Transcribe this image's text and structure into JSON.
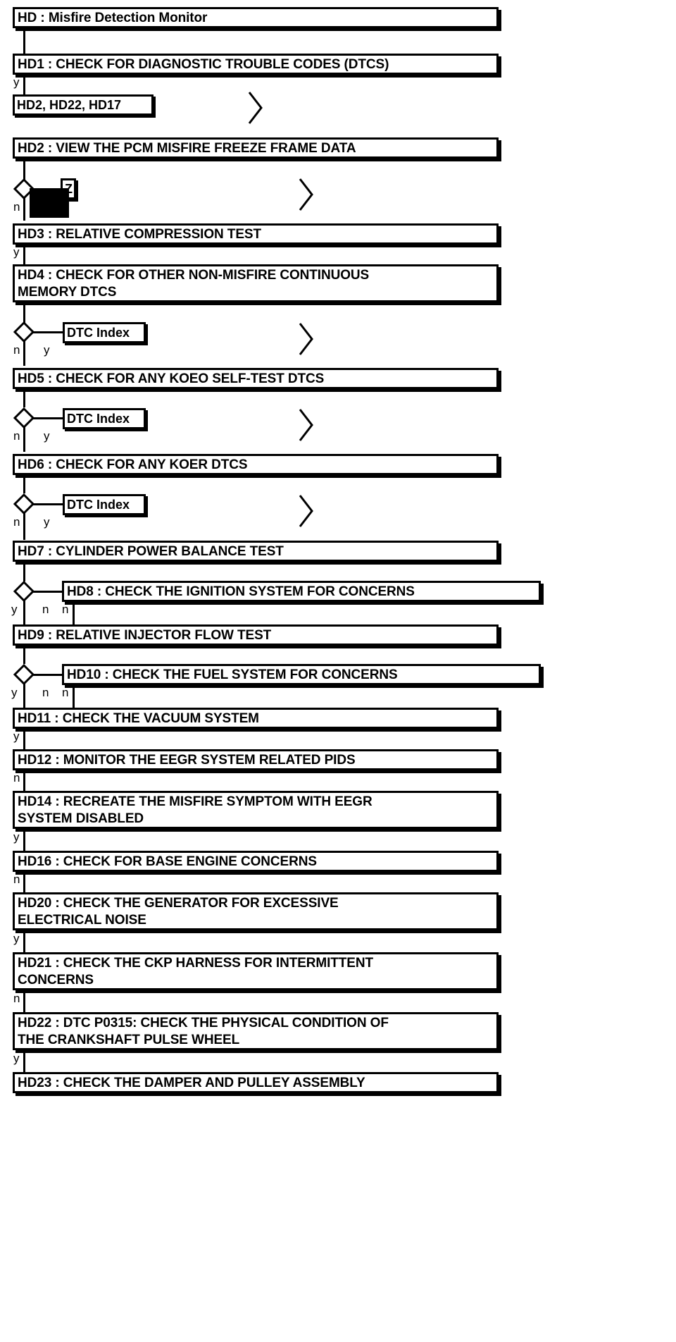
{
  "diagram": {
    "title": "HD : Misfire Detection Monitor",
    "type": "flowchart",
    "steps": [
      {
        "id": "HD",
        "label": "HD : Misfire Detection Monitor"
      },
      {
        "id": "HD1",
        "label": "HD1 : CHECK FOR DIAGNOSTIC TROUBLE CODES (DTCS)"
      },
      {
        "id": "HD2",
        "label": "HD2 : VIEW THE PCM MISFIRE FREEZE FRAME DATA"
      },
      {
        "id": "HD3",
        "label": "HD3 : RELATIVE COMPRESSION TEST"
      },
      {
        "id": "HD4",
        "label": "HD4 : CHECK FOR OTHER NON-MISFIRE CONTINUOUS\nMEMORY DTCS"
      },
      {
        "id": "HD5",
        "label": "HD5 : CHECK FOR ANY KOEO SELF-TEST DTCS"
      },
      {
        "id": "HD6",
        "label": "HD6 : CHECK FOR ANY KOER DTCS"
      },
      {
        "id": "HD7",
        "label": "HD7 : CYLINDER POWER BALANCE TEST"
      },
      {
        "id": "HD8",
        "label": "HD8 : CHECK THE IGNITION SYSTEM FOR CONCERNS"
      },
      {
        "id": "HD9",
        "label": "HD9 : RELATIVE INJECTOR FLOW TEST"
      },
      {
        "id": "HD10",
        "label": "HD10 : CHECK THE FUEL SYSTEM FOR CONCERNS"
      },
      {
        "id": "HD11",
        "label": "HD11 : CHECK THE VACUUM SYSTEM"
      },
      {
        "id": "HD12",
        "label": "HD12 : MONITOR THE EEGR SYSTEM RELATED PIDS"
      },
      {
        "id": "HD14",
        "label": "HD14 : RECREATE THE MISFIRE SYMPTOM WITH EEGR\nSYSTEM DISABLED"
      },
      {
        "id": "HD16",
        "label": "HD16 : CHECK FOR BASE ENGINE CONCERNS"
      },
      {
        "id": "HD20",
        "label": "HD20 : CHECK THE GENERATOR FOR EXCESSIVE\nELECTRICAL NOISE"
      },
      {
        "id": "HD21",
        "label": "HD21 : CHECK THE CKP HARNESS FOR INTERMITTENT\nCONCERNS"
      },
      {
        "id": "HD22",
        "label": "HD22 : DTC P0315: CHECK THE PHYSICAL CONDITION OF\nTHE CRANKSHAFT PULSE WHEEL"
      },
      {
        "id": "HD23",
        "label": "HD23 : CHECK THE DAMPER AND PULLEY ASSEMBLY"
      }
    ],
    "references": [
      {
        "id": "ref-hd2-hd22-hd17",
        "label": "HD2, HD22, HD17"
      },
      {
        "id": "ref-dtc-index-1",
        "label": "DTC Index"
      },
      {
        "id": "ref-dtc-index-2",
        "label": "DTC Index"
      },
      {
        "id": "ref-dtc-index-3",
        "label": "DTC Index"
      },
      {
        "id": "ref-occluded",
        "label": "Z"
      }
    ],
    "branch_labels": {
      "hd1_yes": "y",
      "hd2_no": "n",
      "hd3_yes": "y",
      "hd4_no": "n",
      "hd4_yes": "y",
      "hd5_no": "n",
      "hd5_yes": "y",
      "hd6_no": "n",
      "hd6_yes": "y",
      "hd7_yes": "y",
      "hd7_no": "n",
      "hd8_no": "n",
      "hd9_yes": "y",
      "hd9_no": "n",
      "hd10_no": "n",
      "hd11_yes": "y",
      "hd12_no": "n",
      "hd14_yes": "y",
      "hd16_no": "n",
      "hd20_yes": "y",
      "hd21_no": "n",
      "hd22_yes": "y"
    },
    "colors": {
      "line": "#000000",
      "fill": "#ffffff",
      "text": "#000000",
      "redaction": "#000000"
    }
  }
}
